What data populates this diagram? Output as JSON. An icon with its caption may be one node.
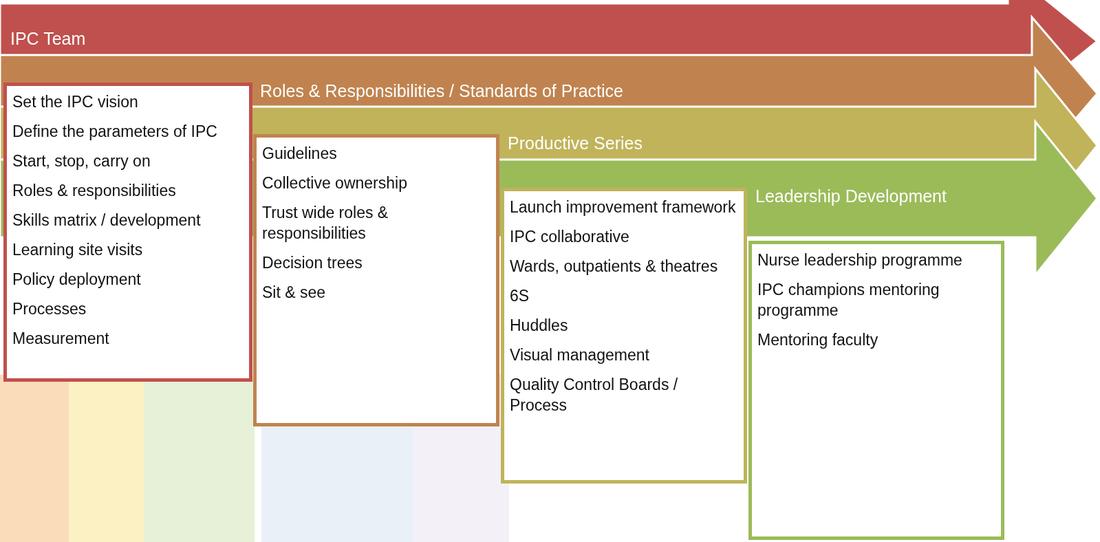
{
  "diagram": {
    "nodes": [
      {
        "text": [
          "IPC Team"
        ]
      },
      {
        "text": [
          "Set the IPC vision",
          "Define the parameters of IPC",
          "Start, stop, carry on",
          "Roles & responsibilities",
          "Skills matrix / development",
          "Learning site visits",
          "Policy deployment",
          "Processes",
          "Measurement"
        ]
      },
      {
        "text": [
          "Roles & Responsibilities / Standards of Practice"
        ]
      },
      {
        "text": [
          "Guidelines",
          "Collective ownership",
          "Trust wide roles & responsibilities",
          "Decision trees",
          "Sit & see"
        ]
      },
      {
        "text": [
          "Productive Series"
        ]
      },
      {
        "text": [
          "Launch improvement framework",
          "IPC collaborative",
          "Wards, outpatients & theatres",
          "6S",
          "Huddles",
          "Visual management",
          "Quality Control Boards / Process"
        ]
      },
      {
        "text": [
          "Leadership Development"
        ]
      },
      {
        "text": [
          "Nurse leadership programme",
          "IPC champions mentoring programme",
          "Mentoring faculty"
        ]
      }
    ]
  }
}
